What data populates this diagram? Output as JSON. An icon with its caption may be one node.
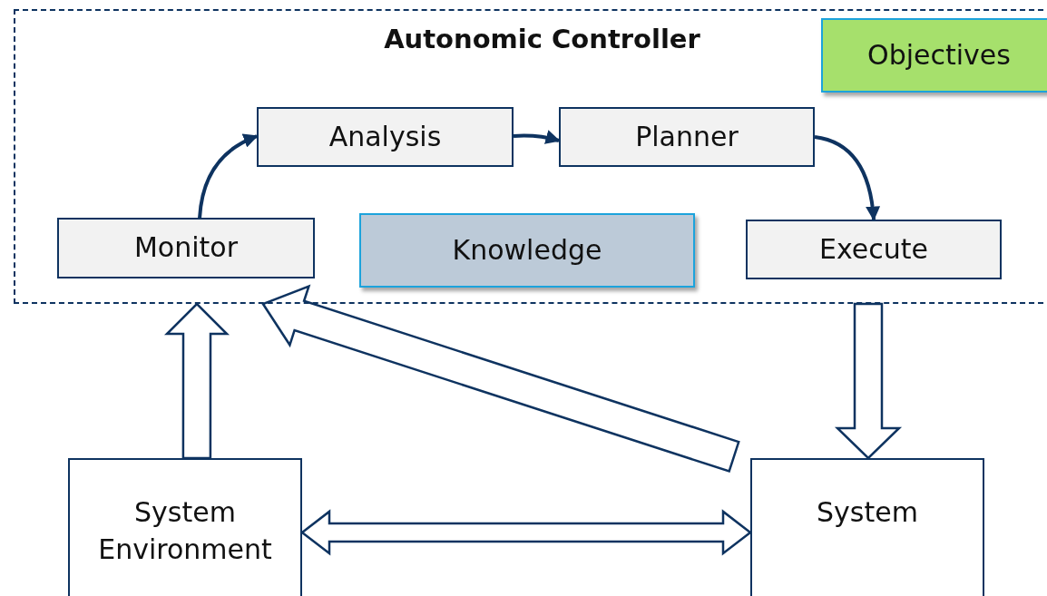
{
  "diagram": {
    "nodes": [
      {
        "text": [
          "Autonomic Controller"
        ]
      },
      {
        "text": [
          "Objectives"
        ],
        "in": 0
      },
      {
        "text": [
          "Analysis"
        ],
        "in": 0
      },
      {
        "text": [
          "Planner"
        ],
        "in": 0
      },
      {
        "text": [
          "Monitor"
        ],
        "in": 0
      },
      {
        "text": [
          "Knowledge"
        ],
        "in": 0
      },
      {
        "text": [
          "Execute"
        ],
        "in": 0
      },
      {
        "text": [
          "System Environment"
        ]
      },
      {
        "text": [
          "System"
        ]
      }
    ],
    "edges": [
      {
        "from": 4,
        "to": 2,
        "arrow": "to"
      },
      {
        "from": 2,
        "to": 3,
        "arrow": "to"
      },
      {
        "from": 3,
        "to": 6,
        "arrow": "to"
      },
      {
        "from": 7,
        "to": 0,
        "arrow": "to",
        "style": "thick"
      },
      {
        "from": 8,
        "to": 0,
        "arrow": "to",
        "style": "thick"
      },
      {
        "from": 0,
        "to": 8,
        "arrow": "to",
        "style": "thick"
      },
      {
        "from": 7,
        "to": 8,
        "arrow": "both",
        "style": "thick"
      }
    ]
  }
}
